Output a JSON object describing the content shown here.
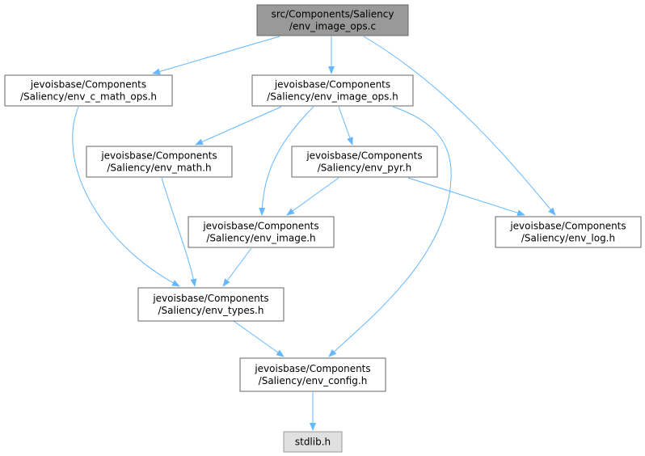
{
  "colors": {
    "edge": "#63b8ff",
    "box_border": "#666666",
    "root_fill": "#999999",
    "root_border": "#666666",
    "external_fill": "#e0e0e0",
    "external_border": "#999999",
    "node_fill": "#ffffff"
  },
  "nodes": [
    {
      "id": "root",
      "kind": "root",
      "lines": [
        "src/Components/Saliency",
        "/env_image_ops.c"
      ]
    },
    {
      "id": "c_math",
      "kind": "file",
      "lines": [
        "jevoisbase/Components",
        "/Saliency/env_c_math_ops.h"
      ]
    },
    {
      "id": "image_ops",
      "kind": "file",
      "lines": [
        "jevoisbase/Components",
        "/Saliency/env_image_ops.h"
      ]
    },
    {
      "id": "math",
      "kind": "file",
      "lines": [
        "jevoisbase/Components",
        "/Saliency/env_math.h"
      ]
    },
    {
      "id": "pyr",
      "kind": "file",
      "lines": [
        "jevoisbase/Components",
        "/Saliency/env_pyr.h"
      ]
    },
    {
      "id": "image",
      "kind": "file",
      "lines": [
        "jevoisbase/Components",
        "/Saliency/env_image.h"
      ]
    },
    {
      "id": "log",
      "kind": "file",
      "lines": [
        "jevoisbase/Components",
        "/Saliency/env_log.h"
      ]
    },
    {
      "id": "types",
      "kind": "file",
      "lines": [
        "jevoisbase/Components",
        "/Saliency/env_types.h"
      ]
    },
    {
      "id": "config",
      "kind": "file",
      "lines": [
        "jevoisbase/Components",
        "/Saliency/env_config.h"
      ]
    },
    {
      "id": "stdlib",
      "kind": "external",
      "lines": [
        "stdlib.h"
      ]
    }
  ],
  "edges": [
    {
      "from": "root",
      "to": "c_math"
    },
    {
      "from": "root",
      "to": "image_ops"
    },
    {
      "from": "root",
      "to": "log"
    },
    {
      "from": "c_math",
      "to": "types"
    },
    {
      "from": "image_ops",
      "to": "math"
    },
    {
      "from": "image_ops",
      "to": "pyr"
    },
    {
      "from": "image_ops",
      "to": "image"
    },
    {
      "from": "image_ops",
      "to": "config"
    },
    {
      "from": "math",
      "to": "types"
    },
    {
      "from": "pyr",
      "to": "image"
    },
    {
      "from": "pyr",
      "to": "log"
    },
    {
      "from": "image",
      "to": "types"
    },
    {
      "from": "types",
      "to": "config"
    },
    {
      "from": "config",
      "to": "stdlib"
    }
  ]
}
